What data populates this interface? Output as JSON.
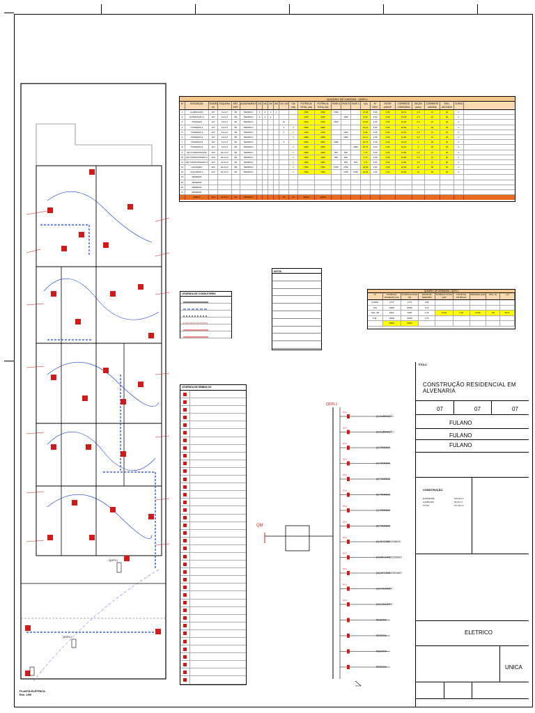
{
  "title_block": {
    "project_title": "CONSTRUÇÃO RESIDENCIAL EM ALVENARIA",
    "sheet_numbers": [
      "07",
      "07",
      "07"
    ],
    "owner": "FULANO",
    "designer": "FULANO",
    "resp_tecnico": "FULANO",
    "areas_label": "CONSTRUÇÃO",
    "areas": [
      {
        "label": "EXISTENTE",
        "value": "154,33 m²"
      },
      {
        "label": "A AMPLIAR",
        "value": "23,02 m²"
      },
      {
        "label": "TOTAL",
        "value": "177,35 m²"
      }
    ],
    "discipline": "ELETRICO",
    "sheet_word": "UNICA"
  },
  "plan": {
    "label": "PLANTA ELÉTRICA",
    "scale": "Esc. 1/50",
    "qdpl_labels": [
      "QDPL1",
      "QDPL1"
    ]
  },
  "load_table": {
    "title": "QUADRO DE CARGAS - QDPL1",
    "headers": [
      "Nº",
      "DESCRIÇÃO",
      "TENSÃO (V)",
      "ESQUEMA",
      "MÉT. INST.",
      "AGRUPAMENTO",
      "100",
      "160",
      "200",
      "300",
      "TUG 100",
      "TUE (VA)",
      "POTÊNCIA TOTAL (VA)",
      "POTÊNCIA TOTAL (W)",
      "FASE A",
      "FASE B",
      "FASE C",
      "I (A)",
      "Nº CIRC.",
      "FATOR AGRUP.",
      "CORRENTE CORRIGIDA",
      "SEÇÃO (mm²)",
      "CORRENTE MÁXIMA",
      "DISJ. ADOTADO",
      "CURVA"
    ],
    "rows": [
      [
        "1",
        "ILUMINAÇÃO",
        "127",
        "F+N+T",
        "B1",
        "TERMICO",
        "2",
        "6",
        "1",
        "1",
        "",
        "",
        "1590",
        "1590",
        "1590",
        "",
        "",
        "12,48",
        "4,00",
        "0,65",
        "19,14",
        "2,5",
        "21",
        "20",
        "C"
      ],
      [
        "2",
        "ILUMINAÇÃO 2",
        "127",
        "F+N+T",
        "B1",
        "TERMICO",
        "4",
        "1",
        "1",
        "",
        "",
        "",
        "1180",
        "1180",
        "",
        "1180",
        "",
        "9,29",
        "4,00",
        "0,65",
        "14,29",
        "2,5",
        "21",
        "20",
        "C"
      ],
      [
        "3",
        "TOMADAS",
        "127",
        "F+N+T",
        "B1",
        "TERMICO",
        "",
        "",
        "",
        "",
        "10",
        "",
        "1600",
        "1600",
        "1600",
        "",
        "",
        "12,60",
        "4,00",
        "0,65",
        "19,38",
        "2,5",
        "21",
        "20",
        "C"
      ],
      [
        "4",
        "TOMADAS 2",
        "127",
        "F+N+T",
        "B1",
        "TERMICO",
        "",
        "",
        "",
        "",
        "4",
        "1",
        "2050",
        "2050",
        "",
        "",
        "",
        "16,14",
        "4,00",
        "0,65",
        "24,83",
        "4",
        "28",
        "25",
        "C"
      ],
      [
        "5",
        "TOMADAS 3",
        "127",
        "F+N+T",
        "B1",
        "TERMICO",
        "",
        "",
        "",
        "",
        "4",
        "1",
        "1200",
        "1200",
        "",
        "1200",
        "",
        "9,45",
        "4,00",
        "0,65",
        "14,54",
        "2,5",
        "21",
        "20",
        "C"
      ],
      [
        "6",
        "TOMADAS 4",
        "127",
        "F+N+T",
        "B1",
        "TERMICO",
        "",
        "",
        "",
        "",
        "",
        "1",
        "1800",
        "1800",
        "",
        "1800",
        "",
        "14,17",
        "4,00",
        "0,65",
        "21,80",
        "2,5",
        "21",
        "20",
        "C"
      ],
      [
        "7",
        "TOMADAS 5",
        "127",
        "F+N+T",
        "B1",
        "TERMICO",
        "",
        "",
        "",
        "",
        "5",
        "",
        "2000",
        "2000",
        "2000",
        "",
        "",
        "15,75",
        "4,00",
        "0,65",
        "24,23",
        "4",
        "28",
        "25",
        "C"
      ],
      [
        "8",
        "TOMADAS 6",
        "127",
        "F+N+T",
        "B1",
        "TERMICO",
        "",
        "",
        "",
        "",
        "",
        "1",
        "2000",
        "2000",
        "",
        "",
        "2000",
        "15,75",
        "4,00",
        "0,65",
        "24,23",
        "4",
        "28",
        "25",
        "C"
      ],
      [
        "9",
        "AR CONDICIONADO",
        "220",
        "2F+N+T",
        "B1",
        "TERMICO",
        "",
        "",
        "",
        "",
        "",
        "1",
        "1800",
        "1800",
        "900",
        "900",
        "",
        "7,73",
        "4,00",
        "0,65",
        "11,89",
        "2,5",
        "21",
        "20",
        "C"
      ],
      [
        "10",
        "AR CONDICIONADO 2",
        "220",
        "2F+N+T",
        "B1",
        "TERMICO",
        "",
        "",
        "",
        "",
        "",
        "1",
        "1800",
        "1800",
        "900",
        "900",
        "",
        "7,73",
        "4,00",
        "0,65",
        "11,89",
        "2,5",
        "21",
        "20",
        "C"
      ],
      [
        "11",
        "AR CONDICIONADO 3",
        "220",
        "2F+N+T",
        "B1",
        "TERMICO",
        "",
        "",
        "",
        "",
        "",
        "1",
        "1800",
        "1800",
        "",
        "900",
        "900",
        "7,73",
        "4,00",
        "0,65",
        "11,89",
        "2,5",
        "21",
        "20",
        "C"
      ],
      [
        "12",
        "CHUVEIRO",
        "220",
        "2F+N+T",
        "B1",
        "TERMICO",
        "",
        "",
        "",
        "",
        "",
        "1",
        "7500",
        "7500",
        "3750",
        "3750",
        "",
        "34,09",
        "1,00",
        "1,00",
        "34,09",
        "10",
        "50",
        "40",
        "C"
      ],
      [
        "13",
        "CHUVEIRO 2",
        "220",
        "2F+N+T",
        "B1",
        "TERMICO",
        "",
        "",
        "",
        "",
        "",
        "1",
        "7500",
        "7500",
        "",
        "3750",
        "3750",
        "34,09",
        "1,00",
        "1,00",
        "34,09",
        "10",
        "50",
        "40",
        "C"
      ],
      [
        "14",
        "RESERVA",
        "",
        "",
        "",
        "",
        "",
        "",
        "",
        "",
        "",
        "",
        "",
        "",
        "",
        "",
        "",
        "",
        "",
        "",
        "",
        "",
        "",
        "",
        ""
      ],
      [
        "15",
        "RESERVA",
        "",
        "",
        "",
        "",
        "",
        "",
        "",
        "",
        "",
        "",
        "",
        "",
        "",
        "",
        "",
        "",
        "",
        "",
        "",
        "",
        "",
        "",
        ""
      ],
      [
        "16",
        "RESERVA",
        "",
        "",
        "",
        "",
        "",
        "",
        "",
        "",
        "",
        "",
        "",
        "",
        "",
        "",
        "",
        "",
        "",
        "",
        "",
        "",
        "",
        "",
        ""
      ],
      [
        "17",
        "RESERVA",
        "",
        "",
        "",
        "",
        "",
        "",
        "",
        "",
        "",
        "",
        "",
        "",
        "",
        "",
        "",
        "",
        "",
        "",
        "",
        "",
        "",
        "",
        ""
      ]
    ],
    "total": [
      "",
      "QDPL1",
      "220",
      "2F+N+T",
      "B1",
      "TERMICO",
      "",
      "",
      "",
      "",
      "23",
      "10",
      "32020",
      "32020",
      "",
      "",
      "",
      "",
      "",
      "",
      "",
      "",
      "",
      "",
      ""
    ]
  },
  "demand_table": {
    "title": "QUADRO DE DEMANDA - QDPL1",
    "headers": [
      "Nº",
      "POTÊNCIA APARENTE (VA)",
      "POTÊNCIA ATIVA (W)",
      "FATOR DE DEMANDA",
      "POTÊNCIA TOTAL (kW)",
      "FATOR DE POTÊNCIA",
      "DEMANDA (kVA)",
      "DISJ. (A)",
      "I (A)"
    ],
    "rows": [
      [
        "ILUMIN.",
        "2770",
        "2770",
        "0,86",
        "",
        "",
        "",
        "",
        ""
      ],
      [
        "TUG",
        "10650",
        "10650",
        "0,24",
        "",
        "",
        "",
        "",
        ""
      ],
      [
        "TUE - AR",
        "5400",
        "5400",
        "1,00",
        "",
        "",
        "",
        "",
        ""
      ],
      [
        "TUE - CHUVEIRO",
        "15000",
        "15000",
        "0,75",
        "",
        "",
        "",
        "",
        ""
      ],
      [
        "",
        "33820",
        "33820",
        "",
        "",
        "",
        "",
        "",
        ""
      ]
    ],
    "results": [
      "19,60",
      "0,92",
      "20,98",
      "100",
      "95,37"
    ]
  },
  "notes": {
    "title": "NOTA",
    "items": [
      "",
      "",
      "",
      "",
      "",
      "",
      "",
      "",
      "",
      ""
    ]
  },
  "conductor_legend": {
    "title": "LEGENDA DE CONDUTORES",
    "items": [
      "",
      "",
      "",
      "",
      "",
      ""
    ]
  },
  "symbol_legend": {
    "title": "LEGENDA DE SÍMBOLOS",
    "items": [
      "",
      "",
      "",
      "",
      "",
      "",
      "",
      "",
      "",
      "",
      "",
      "",
      "",
      "",
      "",
      "",
      "",
      "",
      "",
      "",
      "",
      "",
      "",
      "",
      "",
      "",
      "",
      "",
      "",
      "",
      "",
      "",
      "",
      "",
      "",
      "",
      "",
      ""
    ]
  },
  "oneline": {
    "panel_label": "QDPL1",
    "meter_label": "QM",
    "supply_note": "",
    "breakers": [
      "20 A",
      "20 A",
      "20 A",
      "25 A",
      "20 A",
      "20 A",
      "25 A",
      "25 A",
      "20 A",
      "20 A",
      "20 A",
      "40 A",
      "40 A",
      "",
      "",
      "",
      ""
    ],
    "circuits": [
      "(1) ILUMINAÇÃO",
      "(2) ILUMINAÇÃO",
      "(3) TOMADAS",
      "(4) TOMADAS",
      "(5) TOMADAS",
      "(6) TOMADAS",
      "(7) TOMADAS",
      "(8) TOMADAS",
      "(9) AR CONDICIONADO",
      "(10) AR CONDICIONADO",
      "(11) AR CONDICIONADO",
      "(12) CHUVEIRO",
      "(13) CHUVEIRO",
      "RESERVA",
      "RESERVA",
      "RESERVA",
      "RESERVA"
    ]
  },
  "colors": {
    "accent_red": "#d11a1a",
    "highlight_yellow": "#ffff00",
    "header_orange": "#f5c78e",
    "total_orange": "#e86a1e",
    "conduit_blue": "#1a3bd1"
  }
}
